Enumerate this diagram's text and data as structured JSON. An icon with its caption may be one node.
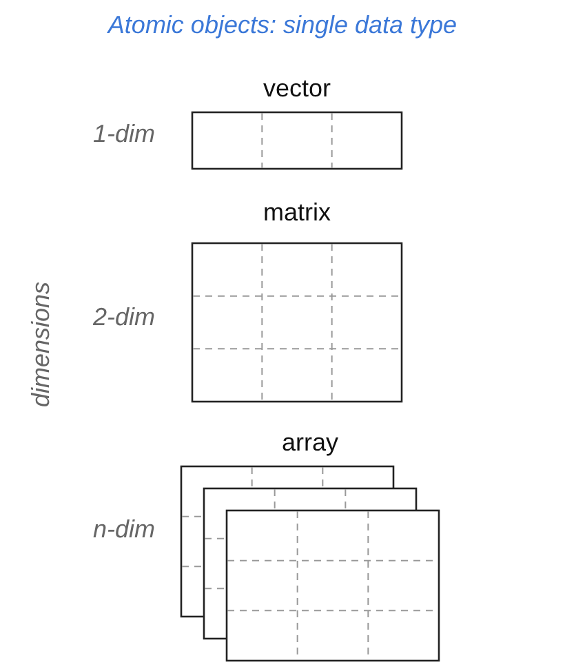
{
  "diagram": {
    "title": "Atomic objects: single data type",
    "nodes": [
      {
        "text": [
          "vector"
        ],
        "beside": [
          "1-dim"
        ]
      },
      {
        "text": [
          "matrix"
        ],
        "beside": [
          "2-dim"
        ]
      },
      {
        "text": [
          "array"
        ],
        "beside": [
          "n-dim"
        ]
      }
    ],
    "labels": [
      "dimensions"
    ]
  }
}
